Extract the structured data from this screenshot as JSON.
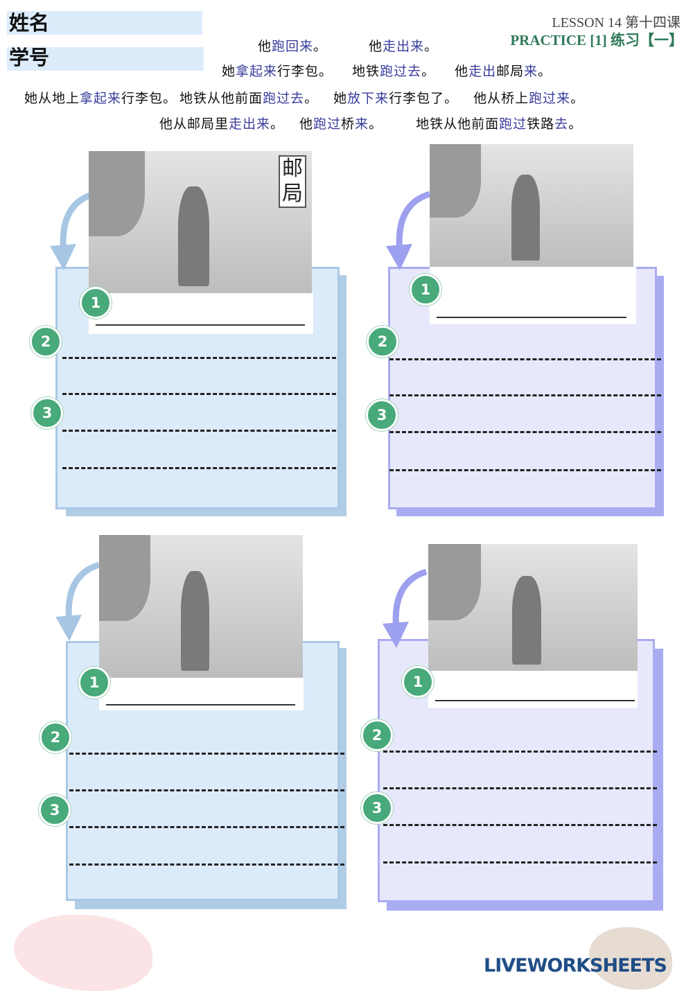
{
  "header": {
    "name_label": "姓名",
    "id_label": "学号",
    "lesson": "LESSON  14  第十四课",
    "practice": "PRACTICE  [1]  练习【一】"
  },
  "word_bank": [
    [
      [
        "他",
        0
      ],
      [
        "跑回来",
        1
      ],
      [
        "。",
        0
      ]
    ],
    [
      [
        "他",
        0
      ],
      [
        "走出来",
        1
      ],
      [
        "。",
        0
      ]
    ],
    [
      [
        "她",
        0
      ],
      [
        "拿起来",
        1
      ],
      [
        "行李包。",
        0
      ]
    ],
    [
      [
        "地铁",
        0
      ],
      [
        "跑过去",
        1
      ],
      [
        "。",
        0
      ]
    ],
    [
      [
        "他",
        0
      ],
      [
        "走出",
        1
      ],
      [
        "邮局",
        0
      ],
      [
        "来",
        1
      ],
      [
        "。",
        0
      ]
    ],
    [
      [
        "她从地上",
        0
      ],
      [
        "拿起来",
        1
      ],
      [
        "行李包。",
        0
      ]
    ],
    [
      [
        "地铁从他前面",
        0
      ],
      [
        "跑过去",
        1
      ],
      [
        "。",
        0
      ]
    ],
    [
      [
        "她",
        0
      ],
      [
        "放下来",
        1
      ],
      [
        "行李包了。",
        0
      ]
    ],
    [
      [
        "他从桥上",
        0
      ],
      [
        "跑过来",
        1
      ],
      [
        "。",
        0
      ]
    ],
    [
      [
        "他从邮局里",
        0
      ],
      [
        "走出来",
        1
      ],
      [
        "。",
        0
      ]
    ],
    [
      [
        "他",
        0
      ],
      [
        "跑过",
        1
      ],
      [
        "桥",
        0
      ],
      [
        "来",
        1
      ],
      [
        "。",
        0
      ]
    ],
    [
      [
        "地铁从他前面",
        0
      ],
      [
        "跑过",
        1
      ],
      [
        "铁路",
        0
      ],
      [
        "去",
        1
      ],
      [
        "。",
        0
      ]
    ]
  ],
  "picture_sign": "邮局",
  "numbers": [
    "1",
    "2",
    "3"
  ],
  "colors": {
    "blue_panel": "#dcebfa",
    "purple_panel": "#e7e8fb",
    "green": "#48a97a"
  },
  "logo": "LIVEWORKSHEETS"
}
